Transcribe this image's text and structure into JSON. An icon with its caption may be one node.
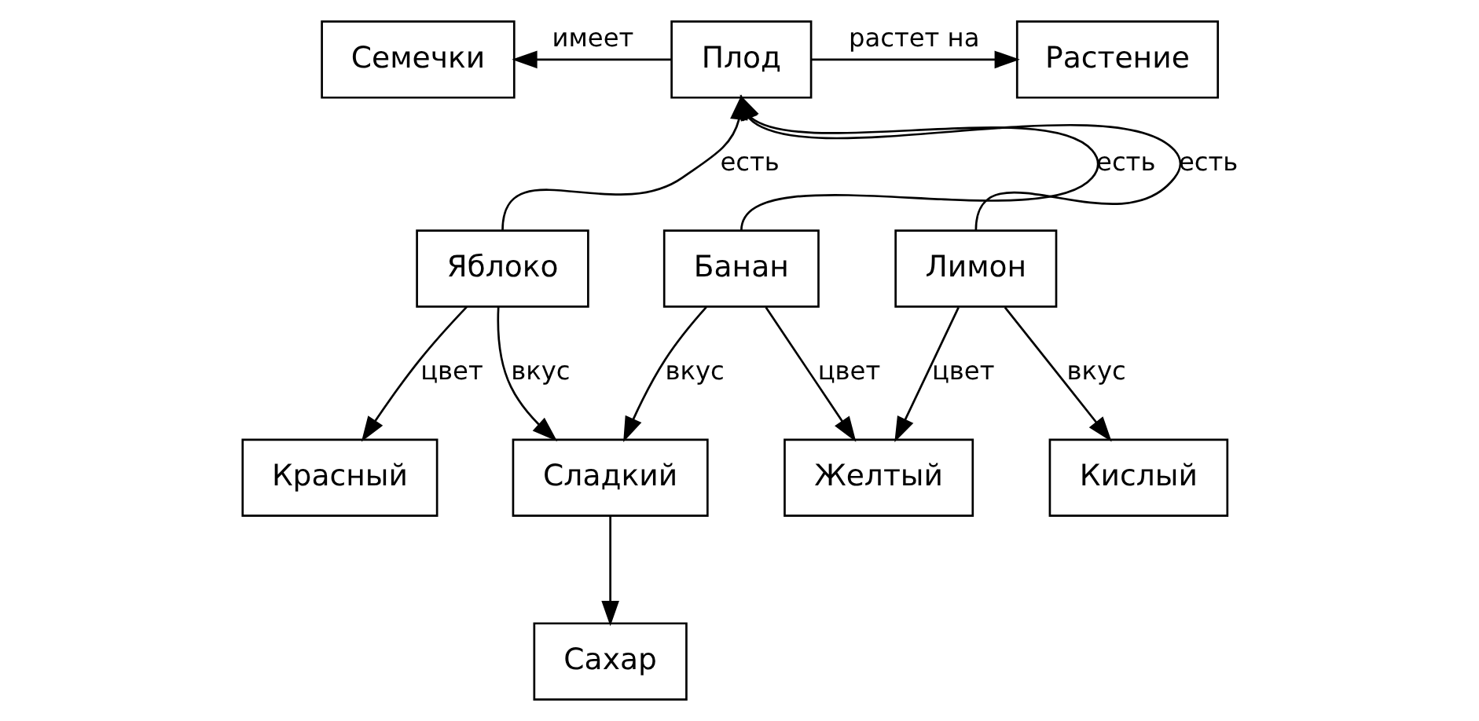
{
  "diagram": {
    "nodes": [
      {
        "text": [
          "Семечки"
        ]
      },
      {
        "text": [
          "Плод"
        ]
      },
      {
        "text": [
          "Растение"
        ]
      },
      {
        "text": [
          "Яблоко"
        ]
      },
      {
        "text": [
          "Банан"
        ]
      },
      {
        "text": [
          "Лимон"
        ]
      },
      {
        "text": [
          "Красный"
        ]
      },
      {
        "text": [
          "Сладкий"
        ]
      },
      {
        "text": [
          "Желтый"
        ]
      },
      {
        "text": [
          "Кислый"
        ]
      },
      {
        "text": [
          "Сахар"
        ]
      }
    ],
    "edges": [
      {
        "from": 1,
        "to": 0,
        "arrow": "to",
        "label": "имеет"
      },
      {
        "from": 1,
        "to": 2,
        "arrow": "to",
        "label": "растет на"
      },
      {
        "from": 3,
        "to": 1,
        "arrow": "to",
        "label": "есть"
      },
      {
        "from": 4,
        "to": 1,
        "arrow": "to",
        "label": "есть"
      },
      {
        "from": 5,
        "to": 1,
        "arrow": "to",
        "label": "есть"
      },
      {
        "from": 3,
        "to": 6,
        "arrow": "to",
        "label": "цвет"
      },
      {
        "from": 3,
        "to": 7,
        "arrow": "to",
        "label": "вкус"
      },
      {
        "from": 4,
        "to": 7,
        "arrow": "to",
        "label": "вкус"
      },
      {
        "from": 4,
        "to": 8,
        "arrow": "to",
        "label": "цвет"
      },
      {
        "from": 5,
        "to": 8,
        "arrow": "to",
        "label": "цвет"
      },
      {
        "from": 5,
        "to": 9,
        "arrow": "to",
        "label": "вкус"
      },
      {
        "from": 7,
        "to": 10,
        "arrow": "to"
      }
    ]
  }
}
